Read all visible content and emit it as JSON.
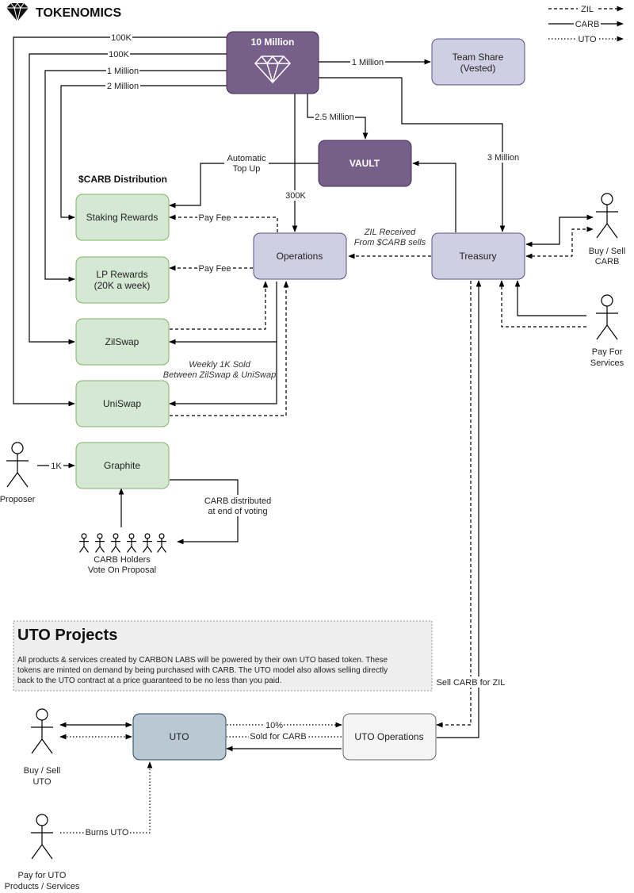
{
  "header": {
    "title": "TOKENOMICS",
    "icon": "diamond-icon"
  },
  "legend": {
    "zil": "ZIL",
    "carb": "CARB",
    "uto": "UTO"
  },
  "nodes": {
    "supply": "10 Million",
    "team": [
      "Team Share",
      "(Vested)"
    ],
    "vault": "VAULT",
    "staking": "Staking Rewards",
    "lp": [
      "LP Rewards",
      "(20K a week)"
    ],
    "operations": "Operations",
    "treasury": "Treasury",
    "zilswap": "ZilSwap",
    "uniswap": "UniSwap",
    "graphite": "Graphite",
    "uto": "UTO",
    "uto_ops": "UTO Operations"
  },
  "section": {
    "distribution_title": "$CARB Distribution"
  },
  "edge_labels": {
    "a100k_1": "100K",
    "a100k_2": "100K",
    "a1m_lp": "1 Million",
    "a2m_staking": "2 Million",
    "a1m_team": "1 Million",
    "a2_5m_vault": "2.5 Million",
    "a3m_treasury": "3 Million",
    "a300k": "300K",
    "auto_topup": [
      "Automatic",
      "Top Up"
    ],
    "pay_fee_1": "Pay Fee",
    "pay_fee_2": "Pay Fee",
    "zil_received": [
      "ZIL Received",
      "From $CARB sells"
    ],
    "weekly_sold": [
      "Weekly 1K Sold",
      "Between ZilSwap & UniSwap"
    ],
    "a1k": "1K",
    "carb_distributed": [
      "CARB distributed",
      "at end of voting"
    ],
    "sell_carb": "Sell CARB for ZIL",
    "ten_pct": "10%",
    "sold_for_carb": "Sold for CARB",
    "burns_uto": "Burns UTO"
  },
  "actors": {
    "buy_sell_carb": [
      "Buy / Sell",
      "CARB"
    ],
    "pay_services": [
      "Pay For",
      "Services"
    ],
    "proposer": "Proposer",
    "holders": [
      "CARB Holders",
      "Vote On Proposal"
    ],
    "buy_sell_uto": [
      "Buy / Sell",
      "UTO"
    ],
    "pay_uto": [
      "Pay for UTO",
      "Products / Services"
    ]
  },
  "uto_projects": {
    "title": "UTO Projects",
    "body": [
      "All products & services created by CARBON LABS will be powered by their own UTO based token. These",
      "tokens are minted on demand by being purchased with CARB. The UTO model also allows selling directly",
      "back to the UTO contract at a price guaranteed to be no less than you paid."
    ]
  },
  "colors": {
    "purple": "#76608a",
    "lavender": "#d0cee2",
    "green": "#d5e8d4",
    "steel": "#bac8d3",
    "grey": "#f5f5f5"
  }
}
